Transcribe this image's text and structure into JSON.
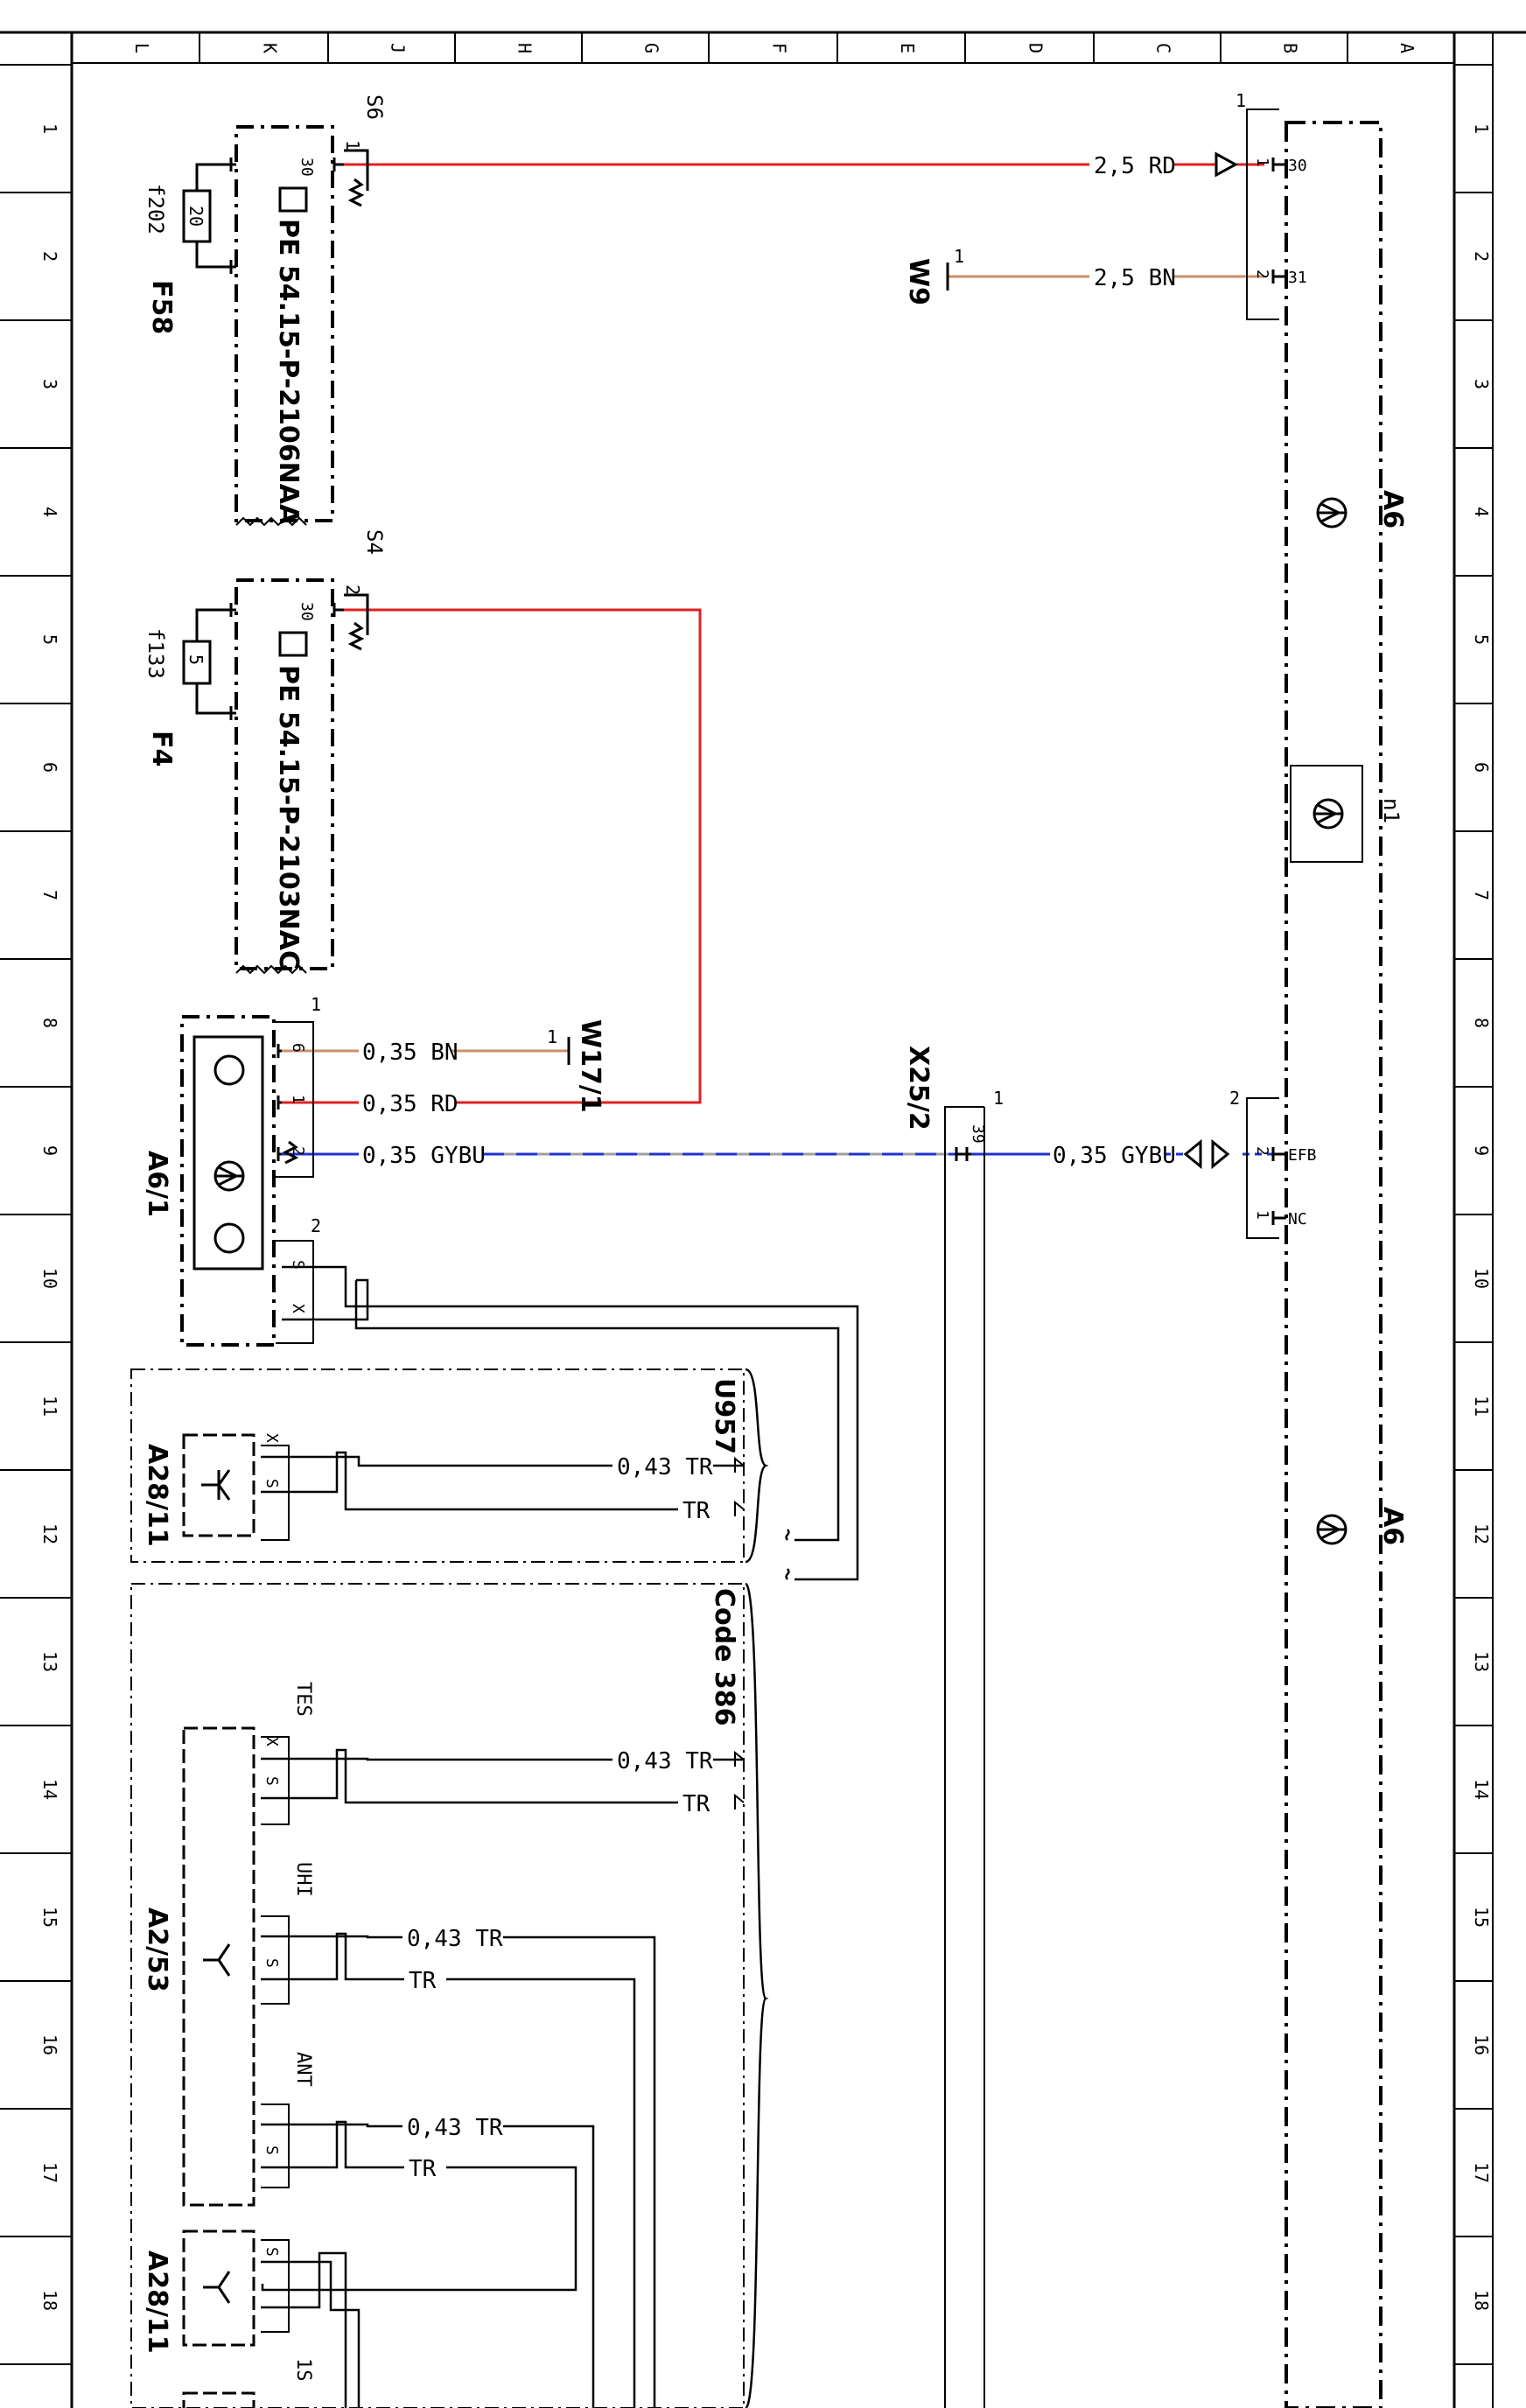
{
  "colors": {
    "rd": "#e02020",
    "bn": "#c8906a",
    "bu": "#2030d0",
    "gy": "#a0a0a0",
    "ink": "#000000"
  },
  "grid": {
    "columns": [
      "L",
      "K",
      "J",
      "H",
      "G",
      "F",
      "E",
      "D",
      "C",
      "B",
      "A"
    ],
    "rows": [
      "1",
      "2",
      "3",
      "4",
      "5",
      "6",
      "7",
      "8",
      "9",
      "10",
      "11",
      "12",
      "13",
      "14",
      "15",
      "16",
      "17",
      "18"
    ]
  },
  "components": {
    "s6": {
      "name": "S6",
      "part": "PE 54.15-P-2106NAA",
      "fuse_name": "f202",
      "fuse_rating": "20",
      "label": "F58",
      "pin_term": "30",
      "pin_conn": "1"
    },
    "s4": {
      "name": "S4",
      "part": "PE 54.15-P-2103NAC",
      "fuse_name": "f133",
      "fuse_rating": "5",
      "label": "F4",
      "pin_term": "30",
      "pin_conn": "2"
    },
    "a6": {
      "name": "A6",
      "name_lower": "A6",
      "n1": "n1",
      "pin_30_num": "1",
      "pin_30": "30",
      "pin_31_num": "2",
      "pin_31": "31",
      "pin_efb_num": "2",
      "pin_efb": "EFB",
      "pin_nc_num": "1",
      "pin_nc": "NC",
      "conn_top": "1",
      "conn_efb": "2"
    },
    "a6_1": {
      "name": "A6/1",
      "conn1": "1",
      "conn2": "2",
      "pin_bn": "6",
      "pin_rd": "1",
      "pin_gybu": "2",
      "pin_s": "S",
      "pin_x": "X"
    },
    "w9": {
      "name": "W9",
      "pin": "1"
    },
    "w17_1": {
      "name": "W17/1",
      "pin": "1"
    },
    "x25_2": {
      "name": "X25/2",
      "conn": "1",
      "pin": "39"
    },
    "u957": {
      "name": "U957"
    },
    "code386": {
      "name": "Code 386"
    },
    "a28_11_top": {
      "name": "A28/11",
      "pin_x": "X",
      "pin_s": "S"
    },
    "a2_53": {
      "name": "A2/53",
      "tes": "TES",
      "uhi": "UHI",
      "ant": "ANT",
      "pin_x": "X",
      "pin_s": "S"
    },
    "a28_11_bottom": {
      "name": "A28/11",
      "pin_s": "S",
      "bottom_label": "1S"
    }
  },
  "wires": {
    "w_s6_a6": "2,5 RD",
    "w_w9_a6": "2,5 BN",
    "w_a61_w171": "0,35 BN",
    "w_a61_s4": "0,35 RD",
    "w_a61_x252": "0,35 GYBU",
    "w_x252_a6": "0,35 GYBU",
    "w_u957_1": "0,43 TR",
    "w_u957_2": "TR",
    "w_tes_1": "0,43 TR",
    "w_tes_2": "TR",
    "w_uhi_1": "0,43 TR",
    "w_uhi_2": "TR",
    "w_ant_1": "0,43 TR",
    "w_ant_2": "TR"
  }
}
